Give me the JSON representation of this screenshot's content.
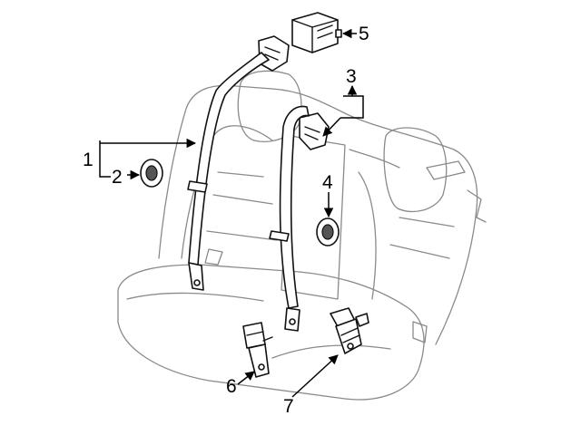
{
  "callouts": {
    "c1": "1",
    "c2": "2",
    "c3": "3",
    "c4": "4",
    "c5": "5",
    "c6": "6",
    "c7": "7"
  },
  "colors": {
    "part_stroke": "#111111",
    "seat_stroke": "#8a8a8a",
    "background": "#ffffff"
  }
}
